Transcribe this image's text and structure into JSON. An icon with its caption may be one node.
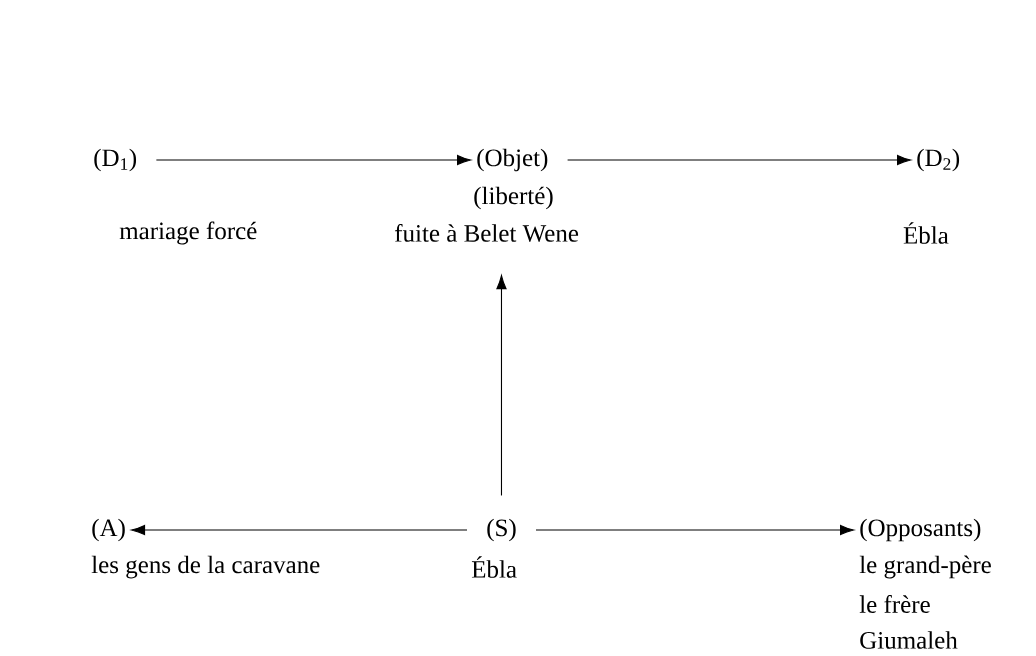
{
  "diagram": {
    "nodes": [
      {
        "text": [
          "(D$_{1}$)",
          "mariage forcé"
        ]
      },
      {
        "text": [
          "(Objet)",
          "(liberté)",
          "fuite à Belet Wene"
        ]
      },
      {
        "text": [
          "(D$_{2}$)",
          "Ébla"
        ]
      },
      {
        "text": [
          "(A)",
          "les gens de la caravane"
        ]
      },
      {
        "text": [
          "(S)",
          "Ébla"
        ]
      },
      {
        "text": [
          "(Opposants)",
          "le grand-père",
          "le frère",
          "Giumaleh"
        ]
      }
    ],
    "edges": [
      {
        "from": 0,
        "to": 1,
        "arrow": "to"
      },
      {
        "from": 1,
        "to": 2,
        "arrow": "to"
      },
      {
        "from": 4,
        "to": 1,
        "arrow": "to"
      },
      {
        "from": 4,
        "to": 3,
        "arrow": "to"
      },
      {
        "from": 4,
        "to": 5,
        "arrow": "to"
      }
    ]
  }
}
